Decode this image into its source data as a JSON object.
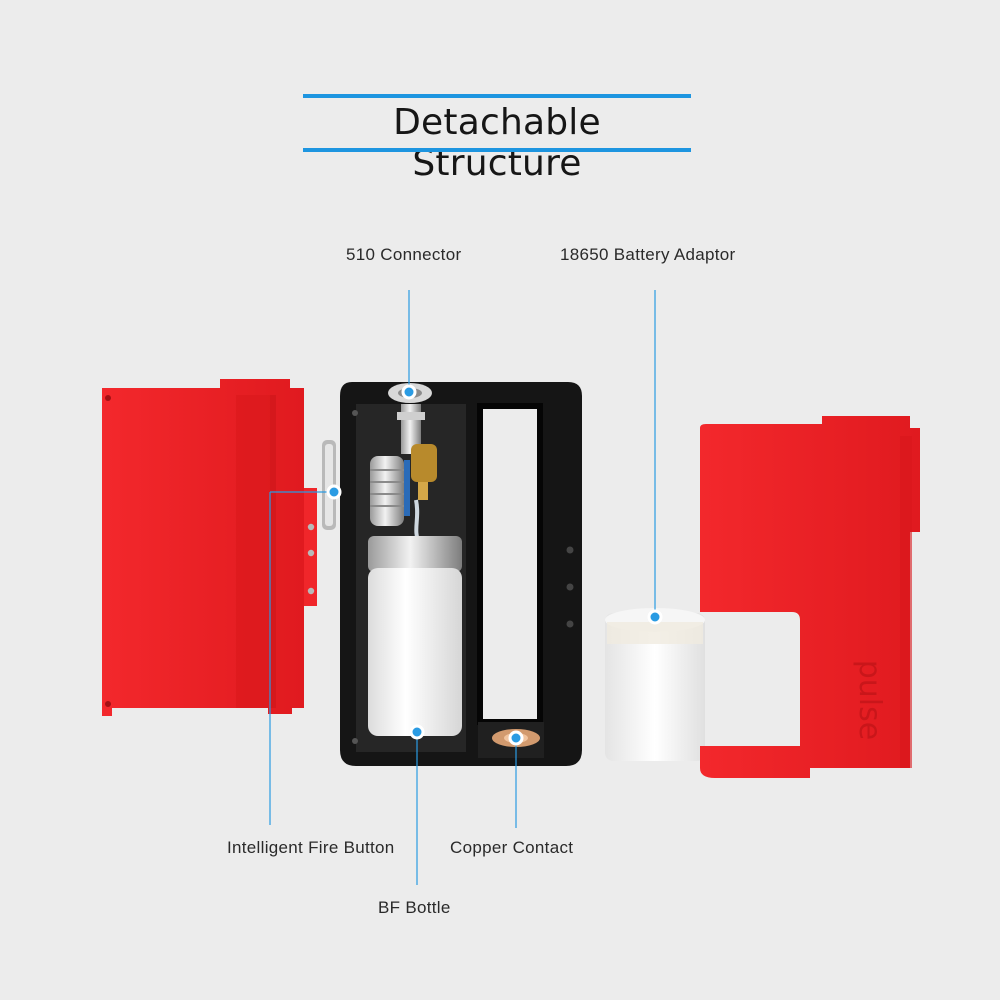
{
  "page": {
    "title": "Detachable Structure"
  },
  "callouts": {
    "connector_510": "510 Connector",
    "battery_adaptor": "18650 Battery Adaptor",
    "fire_button": "Intelligent Fire Button",
    "copper_contact": "Copper Contact",
    "bf_bottle": "BF Bottle"
  },
  "product": {
    "brand_mark": "pulse"
  },
  "colors": {
    "panel_red": "#ee2024",
    "frame_black": "#151515",
    "accent_blue": "#1d95e0",
    "background": "#ececec"
  }
}
